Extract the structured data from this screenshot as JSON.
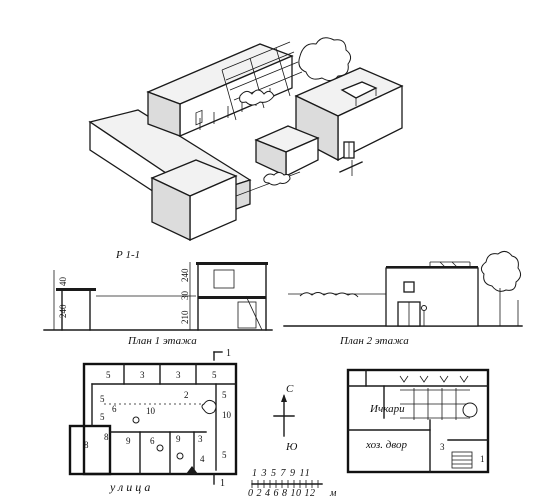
{
  "section": {
    "title": "Р 1-1",
    "dims_left": [
      "40",
      "240"
    ],
    "dims_right": [
      "240",
      "30",
      "210"
    ]
  },
  "plans": {
    "plan1_title": "План 1 этажа",
    "plan2_title": "План 2 этажа",
    "section_mark": "1",
    "section_mark_bottom": "1",
    "street_label": "улица",
    "plan1_rooms": [
      "5",
      "3",
      "3",
      "5",
      "2",
      "10",
      "5",
      "9",
      "3",
      "4",
      "5",
      "5",
      "6",
      "8",
      "10",
      "6",
      "9",
      "8",
      "5"
    ],
    "plan2_rooms": [
      "Ичкари",
      "хоз. двор",
      "3",
      "1"
    ]
  },
  "compass": {
    "north": "С",
    "south": "Ю"
  },
  "scale": {
    "top_ticks": "1 3 5 7 9 11",
    "bottom_ticks": "0 2 4 6 8 10 12",
    "unit": "м"
  }
}
